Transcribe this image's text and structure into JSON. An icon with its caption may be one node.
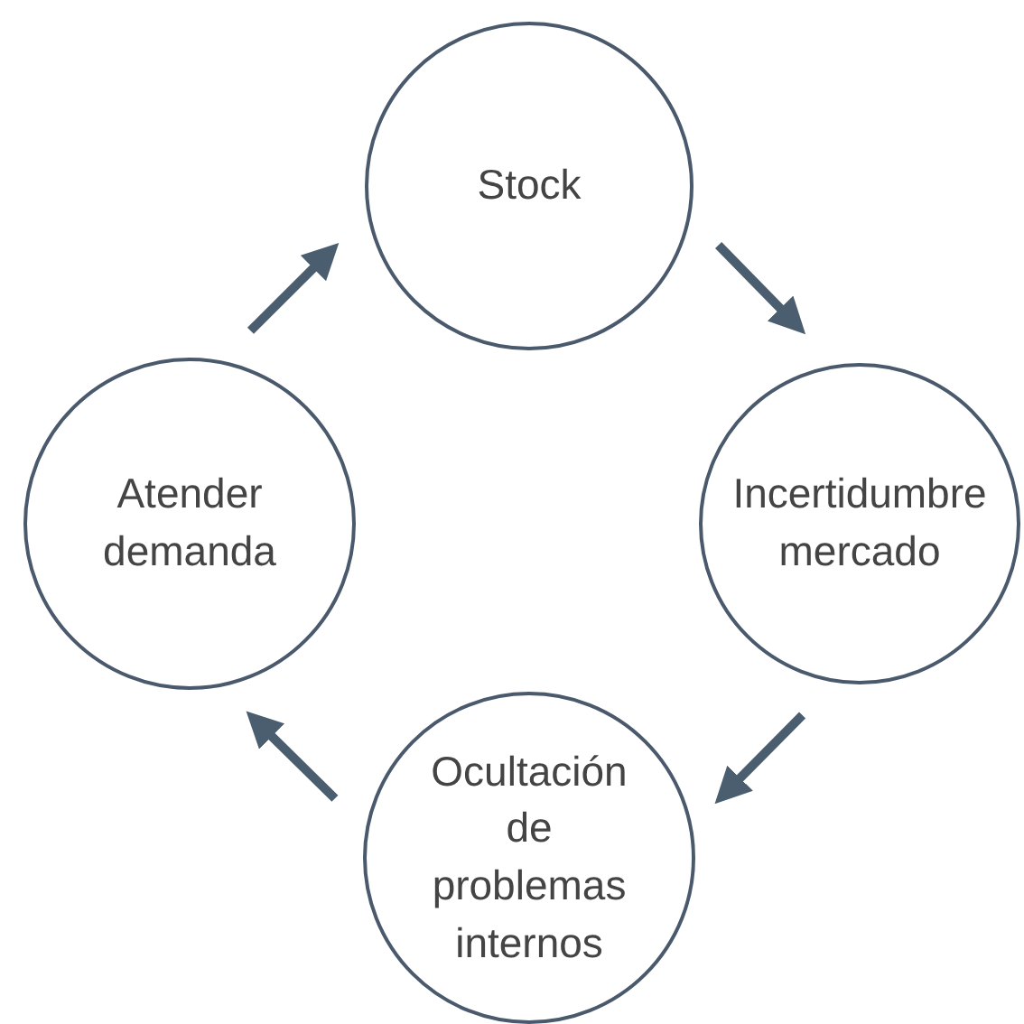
{
  "diagram": {
    "nodes": [
      {
        "text": [
          "Stock"
        ]
      },
      {
        "text": [
          "Incertidumbre mercado"
        ]
      },
      {
        "text": [
          "Ocultación de problemas internos"
        ]
      },
      {
        "text": [
          "Atender demanda"
        ]
      }
    ],
    "edges": [
      {
        "from": 3,
        "to": 0,
        "arrow": "to"
      },
      {
        "from": 0,
        "to": 1,
        "arrow": "to"
      },
      {
        "from": 1,
        "to": 2,
        "arrow": "to"
      },
      {
        "from": 2,
        "to": 3,
        "arrow": "to"
      }
    ]
  }
}
